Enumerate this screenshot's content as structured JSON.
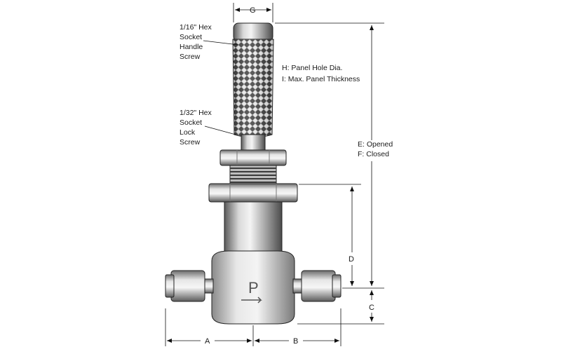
{
  "callouts": {
    "handle_screw": [
      "1/16\" Hex",
      "Socket",
      "Handle",
      "Screw"
    ],
    "lock_screw": [
      "1/32\" Hex",
      "Socket",
      "Lock",
      "Screw"
    ]
  },
  "legend": {
    "h": "H:  Panel Hole Dia.",
    "i": "I:  Max. Panel Thickness",
    "e": "E: Opened",
    "f": "F: Closed"
  },
  "dimensions": {
    "a": "A",
    "b": "B",
    "c": "C",
    "d": "D",
    "g": "G"
  },
  "body_logo": "P"
}
